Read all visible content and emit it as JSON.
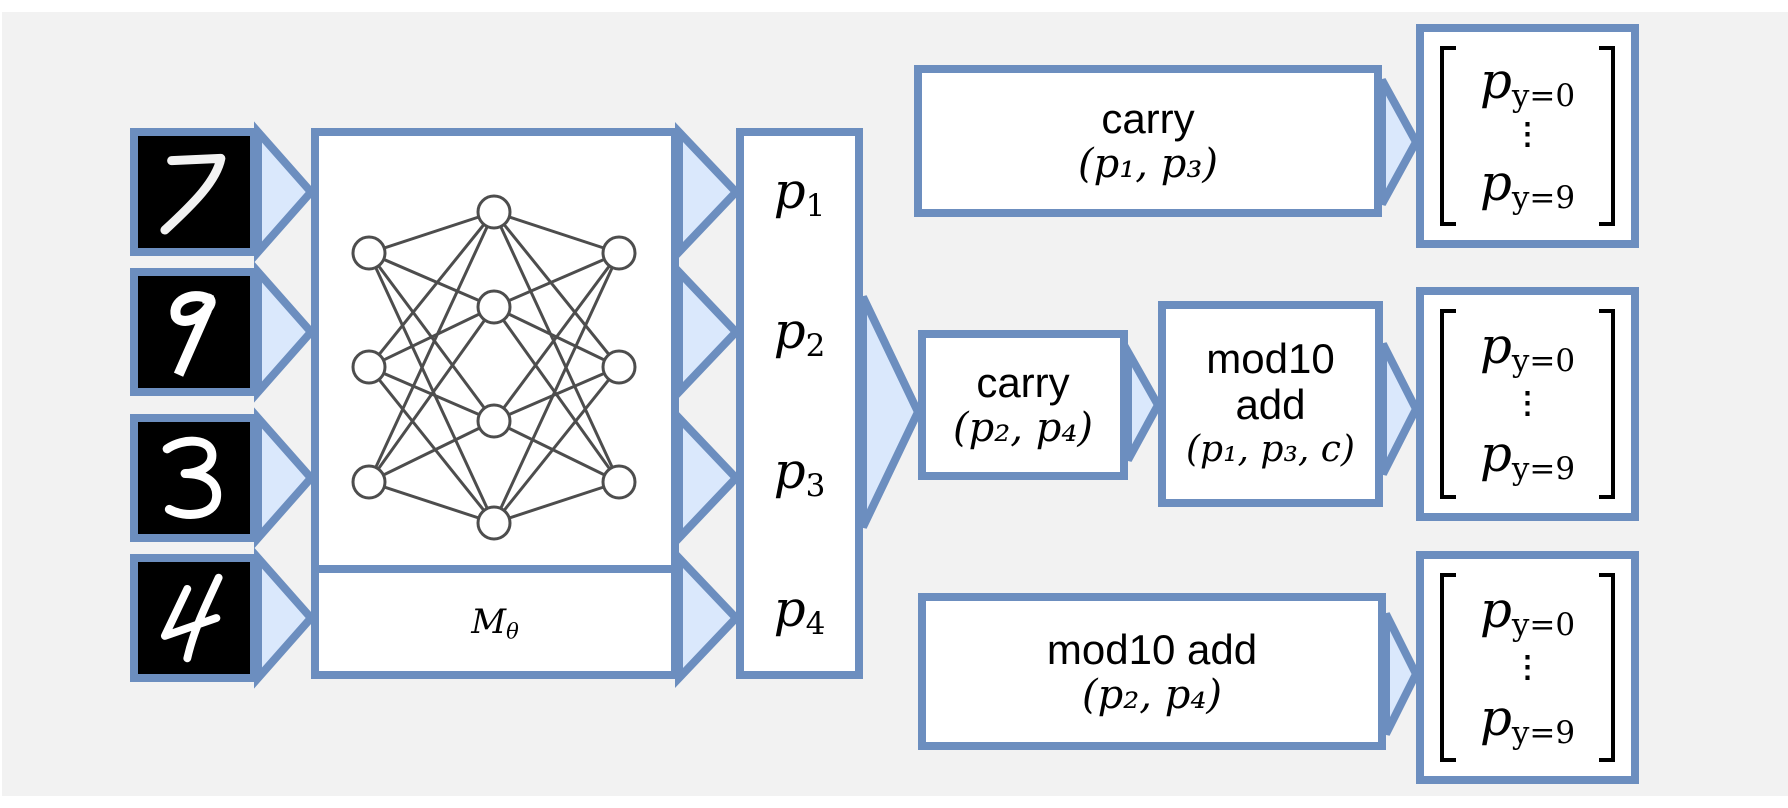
{
  "inputs": {
    "digits": [
      {
        "label": "7"
      },
      {
        "label": "9"
      },
      {
        "label": "3"
      },
      {
        "label": "4"
      }
    ]
  },
  "network": {
    "model_label_base": "M",
    "model_label_sub": "θ",
    "layers": [
      3,
      4,
      3
    ]
  },
  "outputs": {
    "probabilities": [
      {
        "base": "p",
        "sub": "1"
      },
      {
        "base": "p",
        "sub": "2"
      },
      {
        "base": "p",
        "sub": "3"
      },
      {
        "base": "p",
        "sub": "4"
      }
    ]
  },
  "operations": {
    "top_carry": {
      "name": "carry",
      "args": "(p₁, p₃)"
    },
    "mid_carry": {
      "name": "carry",
      "args": "(p₂, p₄)"
    },
    "mid_mod10": {
      "name_line1": "mod10",
      "name_line2": "add",
      "args": "(p₁, p₃, c)"
    },
    "bottom_mod10": {
      "name": "mod10 add",
      "args": "(p₂, p₄)"
    }
  },
  "result_vectors": [
    {
      "top": {
        "base": "p",
        "sub": "y=0"
      },
      "dots": "⋮",
      "bottom": {
        "base": "p",
        "sub": "y=9"
      }
    },
    {
      "top": {
        "base": "p",
        "sub": "y=0"
      },
      "dots": "⋮",
      "bottom": {
        "base": "p",
        "sub": "y=9"
      }
    },
    {
      "top": {
        "base": "p",
        "sub": "y=0"
      },
      "dots": "⋮",
      "bottom": {
        "base": "p",
        "sub": "y=9"
      }
    }
  ],
  "colors": {
    "border": "#6c8ebf",
    "arrow_fill": "#dae8fc",
    "background": "#f2f2f2",
    "node_stroke": "#4d4d4d"
  }
}
